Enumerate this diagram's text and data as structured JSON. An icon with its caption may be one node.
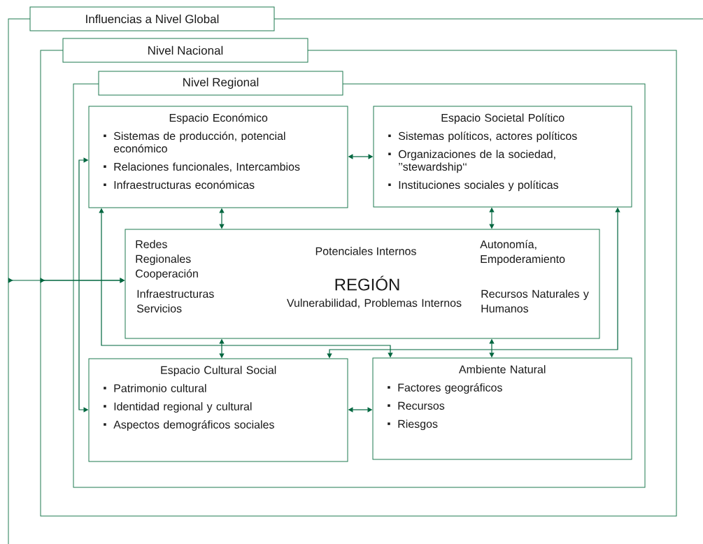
{
  "diagram": {
    "nodes": [
      {
        "text": [
          "Influencias a Nivel Global"
        ]
      },
      {
        "text": [
          "Nivel Nacional"
        ],
        "in": 0
      },
      {
        "text": [
          "Nivel Regional"
        ],
        "in": 1
      },
      {
        "text": [
          "Espacio Económico",
          "Sistemas de producción, potencial económico",
          "Relaciones funcionales, Intercambios",
          "Infraestructuras económicas"
        ],
        "in": 2
      },
      {
        "text": [
          "Espacio Societal Político",
          "Sistemas políticos, actores políticos",
          "Organizaciones de la sociedad, ’’stewardship‘‘",
          "Instituciones sociales y políticas"
        ],
        "in": 2
      },
      {
        "text": [
          "Redes Regionales Cooperación",
          "Potenciales Internos",
          "Autonomía, Empoderamiento",
          "REGIÓN",
          "Infraestructuras Servicios",
          "Vulnerabilidad, Problemas Internos",
          "Recursos Naturales y Humanos"
        ],
        "in": 2
      },
      {
        "text": [
          "Espacio Cultural Social",
          "Patrimonio cultural",
          "Identidad regional y cultural",
          "Aspectos demográficos sociales"
        ],
        "in": 2
      },
      {
        "text": [
          "Ambiente Natural",
          "Factores geográficos",
          "Recursos",
          "Riesgos"
        ],
        "in": 2
      }
    ],
    "edges": [
      {
        "from": 0,
        "to": 5,
        "arrow": "to"
      },
      {
        "from": 1,
        "to": 5,
        "arrow": "to"
      },
      {
        "from": 3,
        "to": 4,
        "arrow": "both"
      },
      {
        "from": 3,
        "to": 5,
        "arrow": "both"
      },
      {
        "from": 4,
        "to": 5,
        "arrow": "both"
      },
      {
        "from": 3,
        "to": 6,
        "arrow": "both"
      },
      {
        "from": 5,
        "to": 6,
        "arrow": "both"
      },
      {
        "from": 5,
        "to": 7,
        "arrow": "both"
      },
      {
        "from": 3,
        "to": 7,
        "arrow": "both"
      },
      {
        "from": 4,
        "to": 6,
        "arrow": "both"
      },
      {
        "from": 6,
        "to": 7,
        "arrow": "both"
      }
    ]
  }
}
